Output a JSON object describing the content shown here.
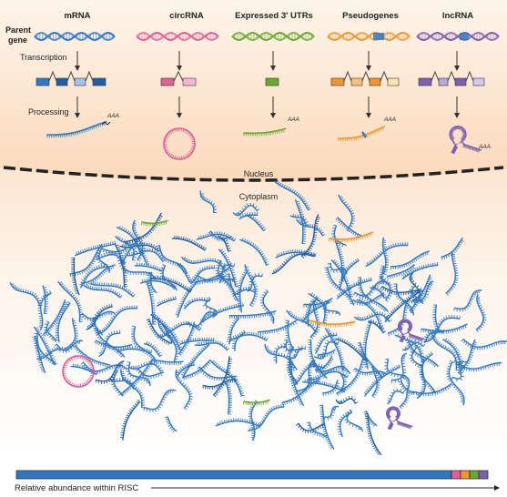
{
  "headers": {
    "mrna": "mRNA",
    "circrna": "circRNA",
    "utr": "Expressed 3′ UTRs",
    "pseudo": "Pseudogenes",
    "lnc": "lncRNA"
  },
  "left_labels": {
    "parent_line1": "Parent",
    "parent_line2": "gene",
    "transcription": "Transcription",
    "processing": "Processing"
  },
  "poly_a": "AAA",
  "regions": {
    "nucleus": "Nucleus",
    "cytoplasm": "Cytoplasm"
  },
  "abundance_label": "Relative abundance within RISC",
  "colors": {
    "mrna": "#2f78c4",
    "mrna_dark": "#1f5fa3",
    "circrna": "#e0609a",
    "utr": "#6aa832",
    "pseudo": "#f0962e",
    "lnc": "#7c5fb0",
    "nucleus_fill": "#fbdcc0",
    "cyto_fill": "#fdf0e3"
  },
  "abundance_segments": [
    "mrna",
    "circrna",
    "pseudo",
    "utr",
    "lnc"
  ]
}
